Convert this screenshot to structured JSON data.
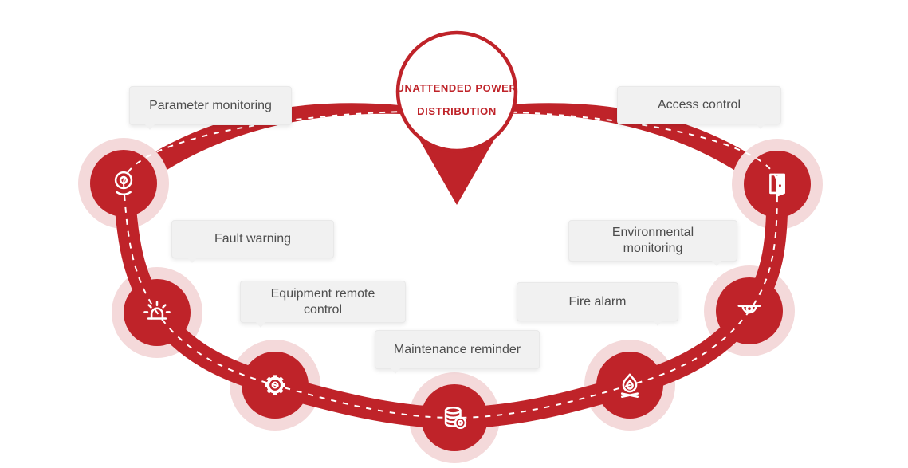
{
  "colors": {
    "accent_red": "#bf2329",
    "halo_pink": "#f4d9da",
    "label_bg": "#f1f1f1",
    "label_text": "#4d4d4d"
  },
  "center": {
    "title_lines": [
      "UNATTENDED POWER",
      "DISTRIBUTION"
    ]
  },
  "items": [
    {
      "label": "Parameter monitoring",
      "icon": "webcam-icon"
    },
    {
      "label": "Fault warning",
      "icon": "siren-icon"
    },
    {
      "label": "Equipment remote control",
      "icon": "gear-icon"
    },
    {
      "label": "Maintenance reminder",
      "icon": "database-icon"
    },
    {
      "label": "Fire alarm",
      "icon": "flame-icon"
    },
    {
      "label": "Environmental monitoring",
      "icon": "dome-camera-icon"
    },
    {
      "label": "Access control",
      "icon": "door-icon"
    }
  ]
}
